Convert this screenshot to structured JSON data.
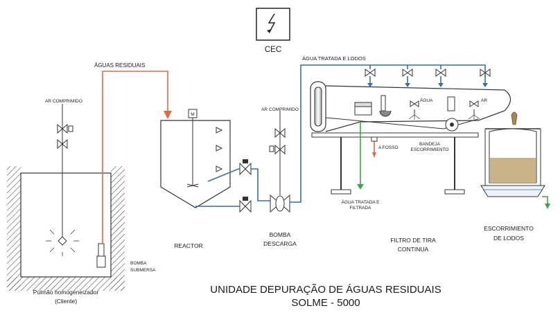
{
  "labels": {
    "cec": "CEC",
    "aguas_residuais": "ÁGUAS  RESIDUAIS",
    "agua_tratada_lodos": "ÁGUA TRATADA E LODOS",
    "ar_comprimido_left": "AR COMPRIMIDO",
    "ar_comprimido_mid": "AR COMPRIMIDO",
    "motor": "M",
    "agua": "ÁGUA",
    "ar": "AR",
    "a_fosso": "A FOSSO",
    "bandeja_l1": "BANDEJA",
    "bandeja_l2": "ESCORRIMIENTO",
    "agua_filtrada_l1": "ÁGUA TRATADA E",
    "agua_filtrada_l2": "FILTRADA",
    "bomba_submersa_l1": "BOMBA",
    "bomba_submersa_l2": "SUBMERSA",
    "pulmao_l1": "Pulmão homogeneizador",
    "pulmao_l2": "(Cliente)",
    "reactor": "REACTOR",
    "bomba_descarga_l1": "BOMBA",
    "bomba_descarga_l2": "DESCARGA",
    "filtro_l1": "FILTRO DE TIRA",
    "filtro_l2": "CONTINUA",
    "escorrimento_l1": "ESCORRIMIENTO",
    "escorrimento_l2": "DE LODOS",
    "title_l1": "UNIDADE  DEPURAÇÃO    DE ÁGUAS RESIDUAIS",
    "title_l2": "SOLME - 5000"
  },
  "colors": {
    "wastewater": "#e2694a",
    "treated_water": "#2f6fb8",
    "filtered_water": "#3aa54a",
    "sludge": "#cbb389"
  }
}
